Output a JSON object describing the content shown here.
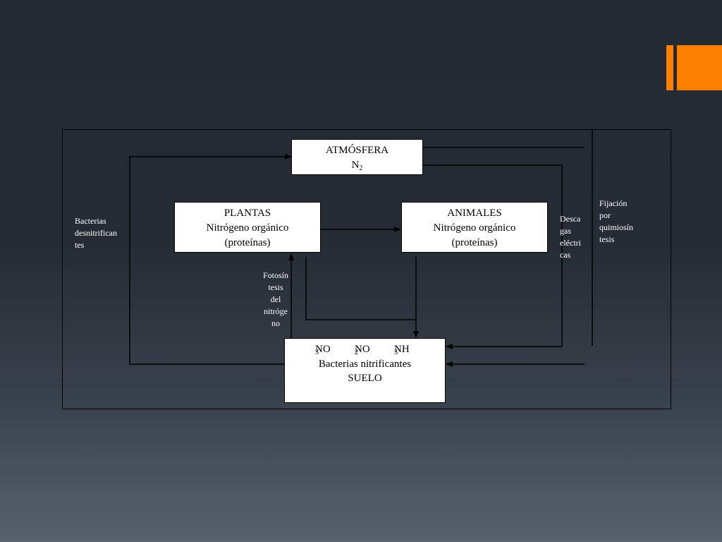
{
  "slide": {
    "accent_color": "#ff8000"
  },
  "diagram": {
    "atmosphere": {
      "title": "ATMÓSFERA",
      "formula": "N",
      "formula_sub": "2"
    },
    "plants": {
      "title": "PLANTAS",
      "line2": "Nitrógeno orgánico",
      "line3": "(proteínas)"
    },
    "animals": {
      "title": "ANIMALES",
      "line2": "Nitrógeno orgánico",
      "line3": "(proteínas)"
    },
    "soil": {
      "no3": "NO",
      "no3_sub": "3",
      "no2": "NO",
      "no2_sub": "2",
      "nh3": "NH",
      "nh3_sub": "3",
      "line2": "Bacterias nitrificantes",
      "line3": "SUELO"
    },
    "labels": {
      "denitrifying": [
        "Bacterias",
        "desnitrifican",
        "tes"
      ],
      "photosynthesis": [
        "Fotosín",
        "tesis",
        "del",
        "nitróge",
        "no"
      ],
      "discharges": [
        "Desca",
        "gas",
        "eléctri",
        "cas"
      ],
      "fixation": [
        "Fijación",
        "por",
        "quimiosín",
        "tesis"
      ]
    }
  }
}
